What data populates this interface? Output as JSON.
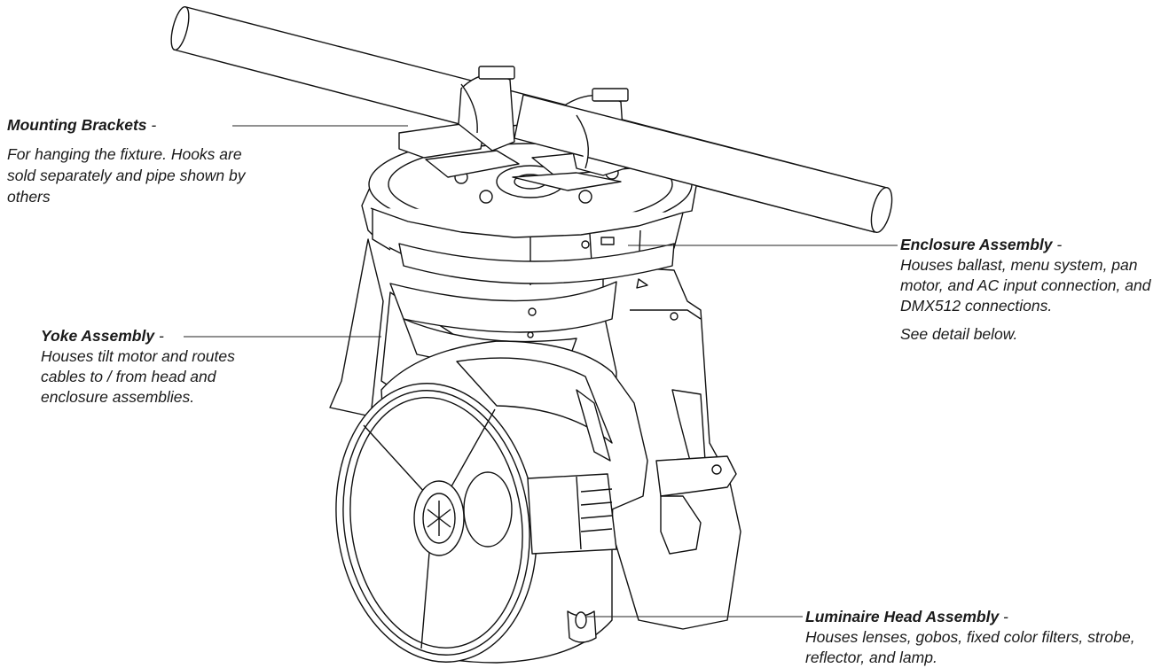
{
  "callouts": {
    "mounting": {
      "title": "Mounting Brackets",
      "suffix": " -",
      "description": "For hanging the fixture. Hooks are sold separately and pipe shown by others"
    },
    "yoke": {
      "title": "Yoke Assembly",
      "suffix": " -",
      "description": "Houses tilt motor and routes cables to / from head and enclosure assemblies."
    },
    "enclosure": {
      "title": "Enclosure Assembly",
      "suffix": " -",
      "description": "Houses ballast, menu system, pan motor, and AC input connection, and DMX512 connections.",
      "note": "See detail below."
    },
    "head": {
      "title": "Luminaire Head Assembly",
      "suffix": " -",
      "description": "Houses lenses, gobos, fixed color filters, strobe, reflector, and lamp."
    }
  }
}
